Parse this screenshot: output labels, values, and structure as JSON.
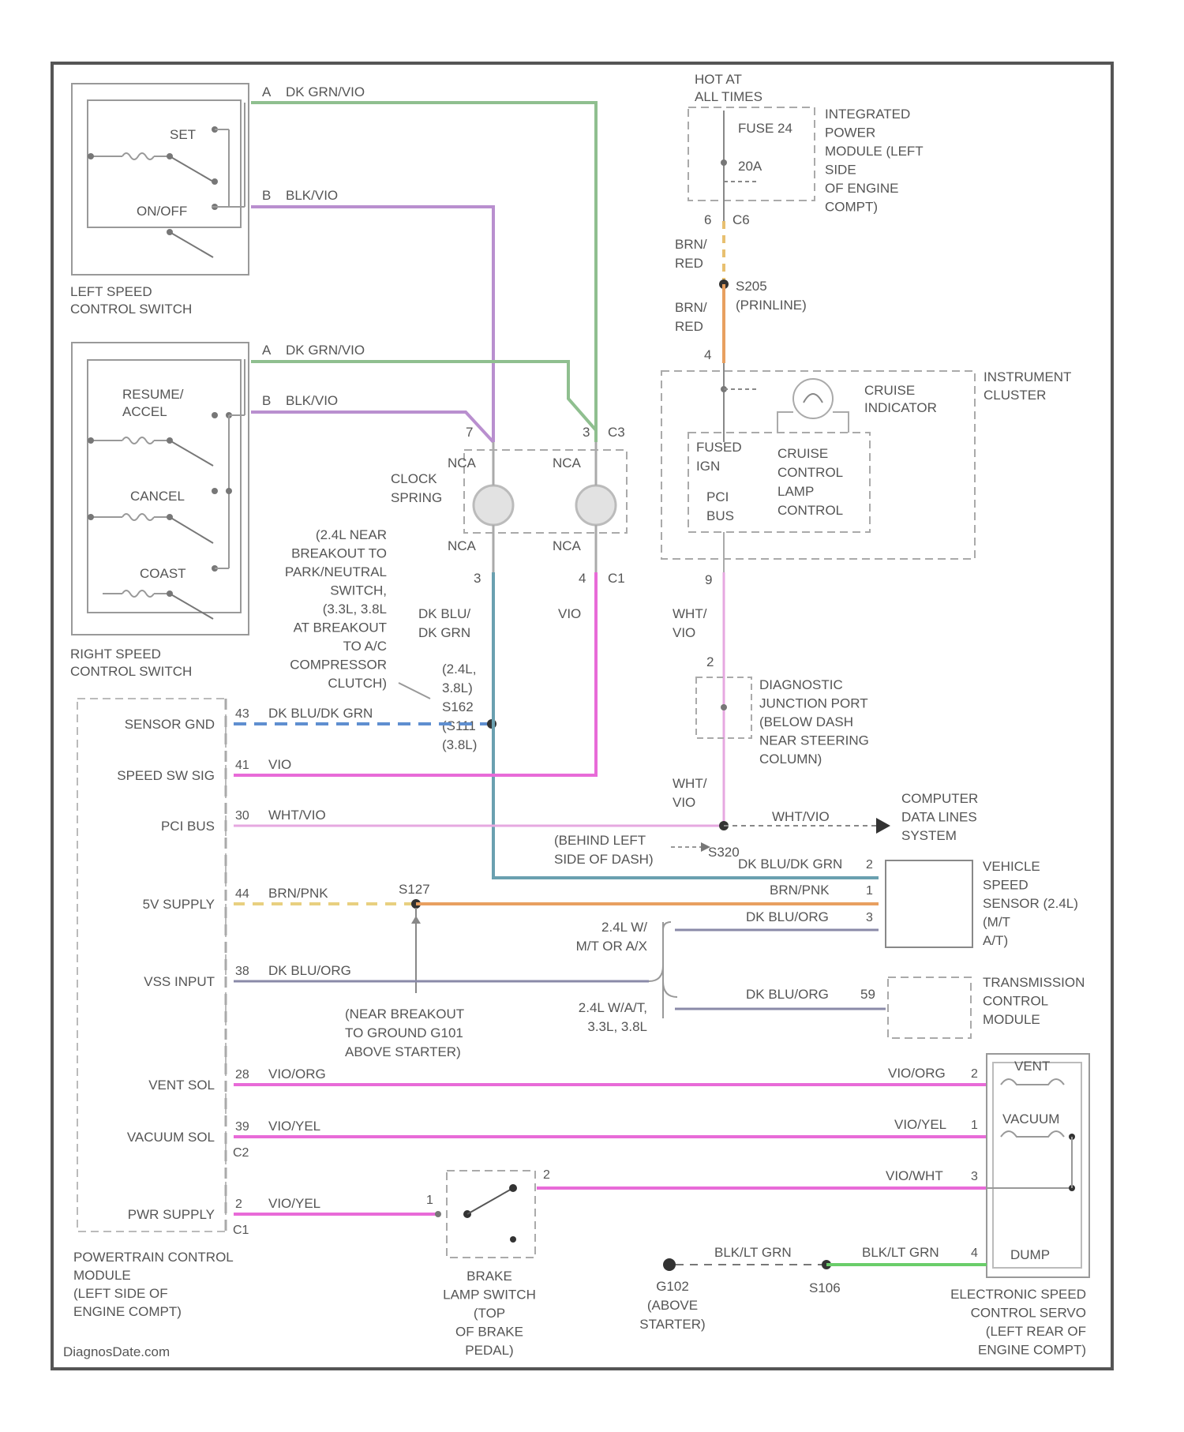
{
  "watermark": "DiagnosDate.com",
  "colors": {
    "green": "#8fbf8f",
    "purple": "#b98fcf",
    "pink": "#e86bd8",
    "light_pink": "#e6a8e0",
    "orange": "#e8a060",
    "blue": "#5f8fd0",
    "teal": "#6aa0b0",
    "gray_wire": "#8a8aa8",
    "bright_green": "#6acd6a",
    "frame": "#555555"
  },
  "power": {
    "hot": "HOT AT\nALL TIMES",
    "fuse": "FUSE 24",
    "amps": "20A",
    "ipm": "INTEGRATED\nPOWER\nMODULE (LEFT\nSIDE\nOF ENGINE\nCOMPT)",
    "pin": "6",
    "conn": "C6",
    "wire1": "BRN/\nRED",
    "splice": "S205\n(PRINLINE)",
    "wire2": "BRN/\nRED",
    "pin2": "4"
  },
  "cluster": {
    "title": "INSTRUMENT\nCLUSTER",
    "indicator": "CRUISE\nINDICATOR",
    "fused": "FUSED\nIGN",
    "pci": "PCI\nBUS",
    "control": "CRUISE\nCONTROL\nLAMP\nCONTROL",
    "pin": "9",
    "wire": "WHT/\nVIO"
  },
  "diag": {
    "pin": "2",
    "label": "DIAGNOSTIC\nJUNCTION PORT\n(BELOW DASH\nNEAR STEERING\nCOLUMN)",
    "wire": "WHT/\nVIO"
  },
  "computer": {
    "wire": "WHT/VIO",
    "label": "COMPUTER\nDATA LINES\nSYSTEM",
    "behind": "(BEHIND LEFT\nSIDE OF DASH)",
    "splice": "S320"
  },
  "left_switch": {
    "label": "LEFT SPEED\nCONTROL SWITCH",
    "set": "SET",
    "onoff": "ON/OFF",
    "pin_a": "A",
    "wire_a": "DK GRN/VIO",
    "pin_b": "B",
    "wire_b": "BLK/VIO"
  },
  "right_switch": {
    "label": "RIGHT SPEED\nCONTROL SWITCH",
    "resume": "RESUME/\nACCEL",
    "cancel": "CANCEL",
    "coast": "COAST",
    "pin_a": "A",
    "wire_a": "DK GRN/VIO",
    "pin_b": "B",
    "wire_b": "BLK/VIO"
  },
  "clockspring": {
    "label": "CLOCK\nSPRING",
    "nca1": "NCA",
    "nca2": "NCA",
    "nca3": "NCA",
    "nca4": "NCA",
    "c3": "C3",
    "c1": "C1",
    "p7": "7",
    "p3": "3",
    "p4": "4",
    "w1": "DK BLU/\nDK GRN",
    "w2": "VIO"
  },
  "splice_note": "(2.4L NEAR\nBREAKOUT TO\nPARK/NEUTRAL\nSWITCH,\n(3.3L, 3.8L\nAT BREAKOUT\nTO A/C\nCOMPRESSOR\nCLUTCH)",
  "splice_ids": "(2.4L,\n3.8L)\nS162\n(S111\n(3.8L)",
  "pcm": {
    "label": "POWERTRAIN CONTROL\nMODULE\n(LEFT SIDE OF\nENGINE COMPT)",
    "rows": [
      {
        "name": "SENSOR GND",
        "pin": "43",
        "wire": "DK BLU/DK GRN"
      },
      {
        "name": "SPEED SW SIG",
        "pin": "41",
        "wire": "VIO"
      },
      {
        "name": "PCI BUS",
        "pin": "30",
        "wire": "WHT/VIO"
      },
      {
        "name": "5V SUPPLY",
        "pin": "44",
        "wire": "BRN/PNK"
      },
      {
        "name": "VSS INPUT",
        "pin": "38",
        "wire": "DK BLU/ORG"
      },
      {
        "name": "VENT SOL",
        "pin": "28",
        "wire": "VIO/ORG"
      },
      {
        "name": "VACUUM SOL",
        "pin": "39",
        "wire": "VIO/YEL"
      },
      {
        "name": "PWR SUPPLY",
        "pin": "2",
        "wire": "VIO/YEL"
      }
    ],
    "c2": "C2",
    "c1": "C1"
  },
  "vss": {
    "label": "VEHICLE\nSPEED\nSENSOR (2.4L)\n(M/T\nA/T)",
    "w1": "DK BLU/DK GRN",
    "w2": "BRN/PNK",
    "w3": "DK BLU/ORG",
    "p2": "2",
    "p1": "1",
    "p3": "3",
    "splice": "S127",
    "mt": "2.4L W/\nM/T OR A/X",
    "auto": "2.4L W/A/T,\n3.3L, 3.8L",
    "tcm_wire": "DK BLU/ORG",
    "tcm_pin": "59",
    "tcm": "TRANSMISSION\nCONTROL\nMODULE"
  },
  "ground_note": "(NEAR BREAKOUT\nTO GROUND G101\nABOVE STARTER)",
  "servo": {
    "label": "ELECTRONIC SPEED\nCONTROL SERVO\n(LEFT REAR OF\nENGINE COMPT)",
    "vent": "VENT",
    "vacuum": "VACUUM",
    "dump": "DUMP",
    "w_vent": "VIO/ORG",
    "w_vac": "VIO/YEL",
    "w_wht": "VIO/WHT",
    "w_gnd": "BLK/LT GRN",
    "p2": "2",
    "p1": "1",
    "p3": "3",
    "p4": "4"
  },
  "brake": {
    "label": "BRAKE\nLAMP SWITCH\n(TOP\nOF BRAKE\nPEDAL)",
    "p1": "1",
    "p2": "2"
  },
  "ground": {
    "label": "G102\n(ABOVE\nSTARTER)",
    "wire": "BLK/LT GRN",
    "splice": "S106"
  }
}
